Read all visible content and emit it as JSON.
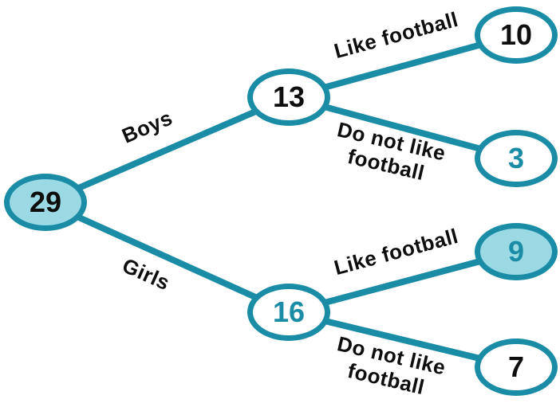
{
  "tree": {
    "description": "Frequency tree: 29 children split into Boys/Girls, then by liking football",
    "colors": {
      "teal": "#1b8ca6",
      "light_blue_fill": "#9bdae5",
      "ink": "#0e0e0e",
      "white": "#ffffff"
    },
    "nodes": {
      "total": {
        "value": "29",
        "fill": "light-blue",
        "text_color": "black"
      },
      "boys": {
        "value": "13",
        "fill": "white",
        "text_color": "black"
      },
      "boys_like": {
        "value": "10",
        "fill": "white",
        "text_color": "black"
      },
      "boys_not": {
        "value": "3",
        "fill": "white",
        "text_color": "teal"
      },
      "girls": {
        "value": "16",
        "fill": "white",
        "text_color": "teal"
      },
      "girls_like": {
        "value": "9",
        "fill": "light-blue",
        "text_color": "teal"
      },
      "girls_not": {
        "value": "7",
        "fill": "white",
        "text_color": "black"
      }
    },
    "labels": {
      "boys": "Boys",
      "girls": "Girls",
      "boys_like": "Like football",
      "boys_not": "Do not like\nfootball",
      "girls_like": "Like football",
      "girls_not": "Do not like\nfootball"
    }
  }
}
